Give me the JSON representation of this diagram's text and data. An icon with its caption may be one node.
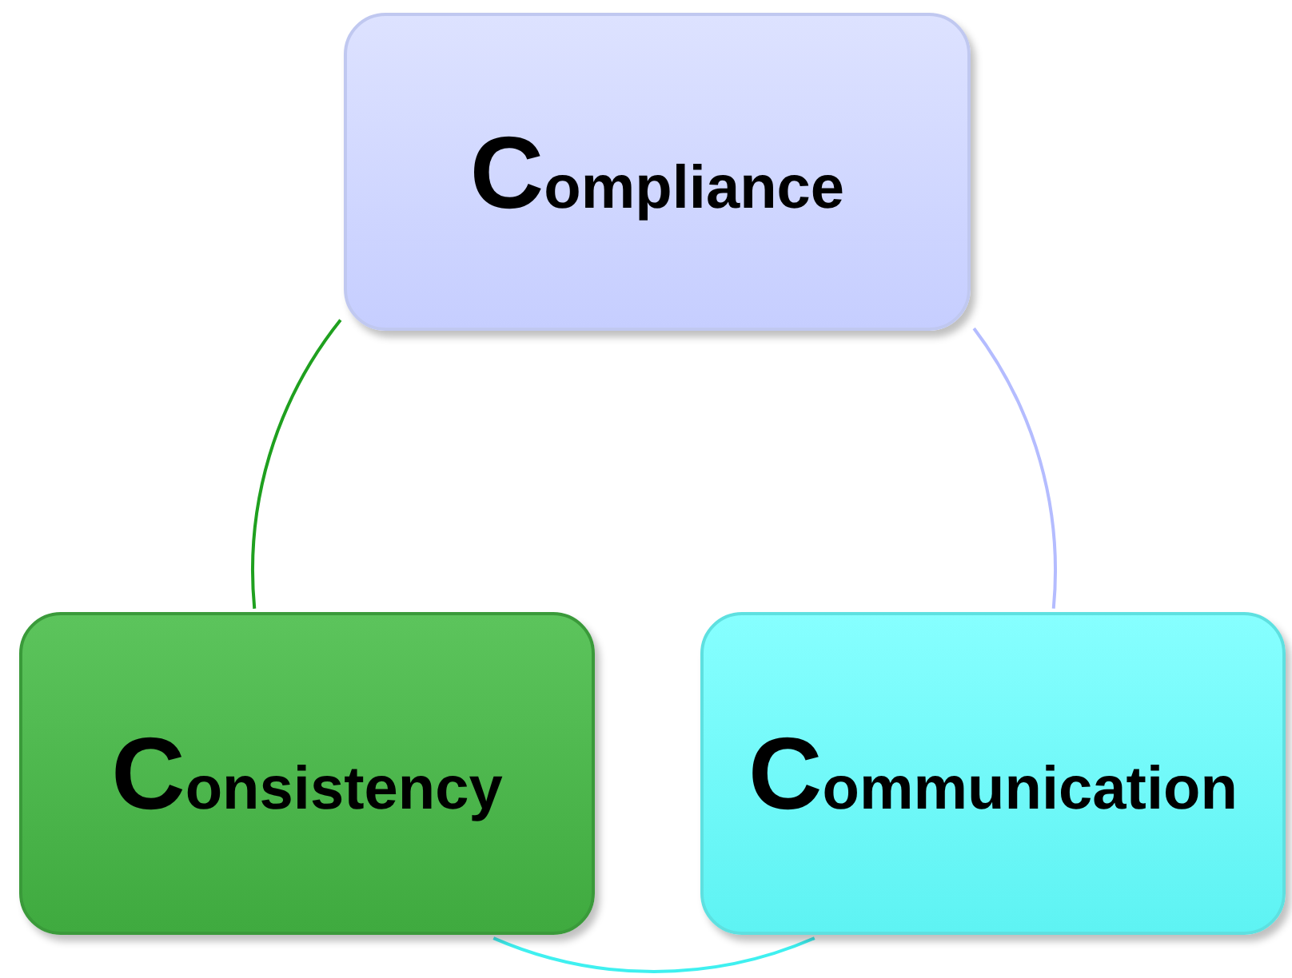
{
  "diagram": {
    "nodes": [
      {
        "text": [
          "Compliance"
        ]
      },
      {
        "text": [
          "Consistency"
        ]
      },
      {
        "text": [
          "Communication"
        ]
      }
    ],
    "edges": [
      {
        "from": 0,
        "to": 2,
        "arrow": "none",
        "color": "#b4bcff"
      },
      {
        "from": 2,
        "to": 1,
        "arrow": "none",
        "color": "#3ff0f0"
      },
      {
        "from": 1,
        "to": 0,
        "arrow": "none",
        "color": "#1fa01f"
      }
    ]
  }
}
